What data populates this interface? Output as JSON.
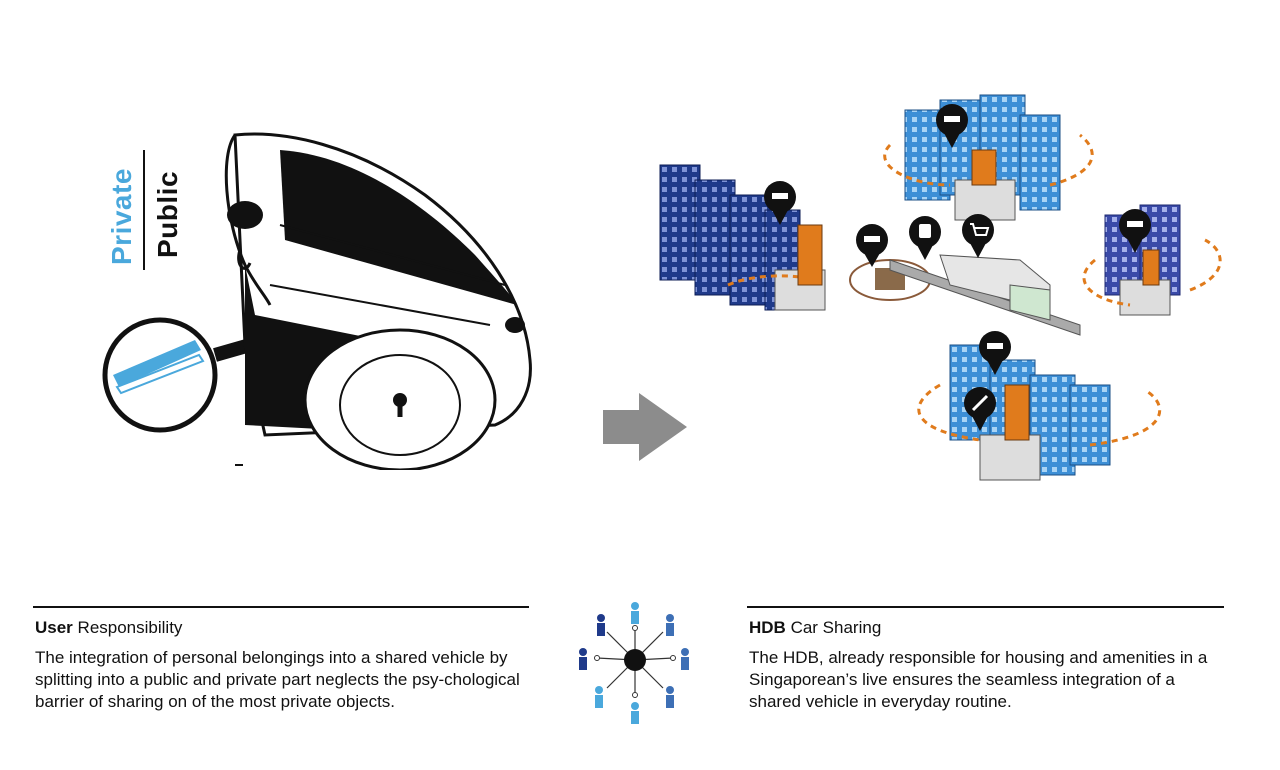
{
  "labels": {
    "private": "Private",
    "public": "Public"
  },
  "left_caption": {
    "title_bold": "User",
    "title_rest": " Responsibility",
    "body": "The integration of personal belongings into a shared vehicle by splitting into a public and private part neglects the psy-chological barrier of sharing on of the most private objects."
  },
  "right_caption": {
    "title_bold": "HDB",
    "title_rest": " Car Sharing",
    "body": "The HDB, already responsible for housing and amenities in a Singaporean’s live ensures the seamless integration of a shared vehicle in everyday routine."
  },
  "colors": {
    "private_blue": "#4aa8dc",
    "arrow_grey": "#8c8c8c",
    "orange": "#e07b1c",
    "building_light": "#3d8fd6",
    "building_dark": "#1f3a8a"
  }
}
